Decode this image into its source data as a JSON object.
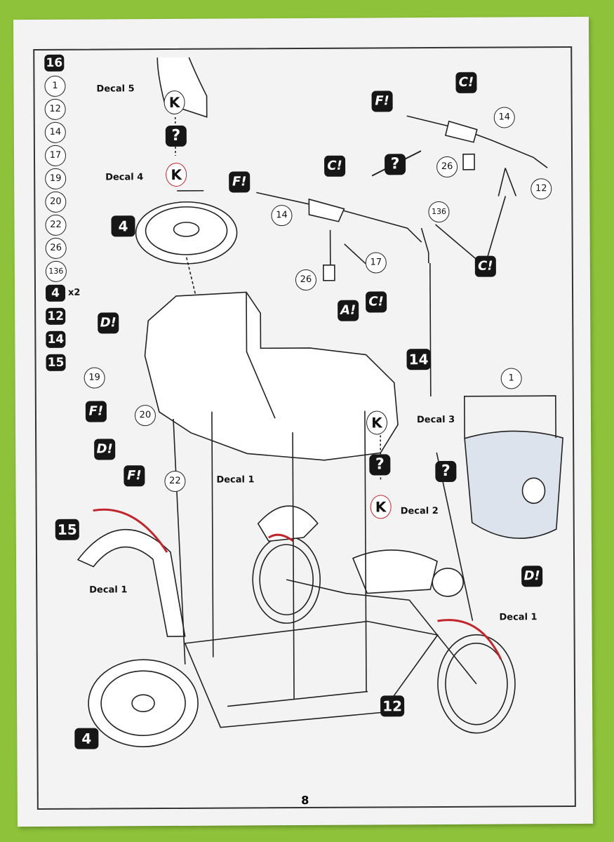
{
  "step_number": "16",
  "parts_list": [
    "1",
    "12",
    "14",
    "17",
    "19",
    "20",
    "22",
    "26",
    "136"
  ],
  "subassemblies": [
    {
      "label": "4",
      "qty": "x2"
    },
    {
      "label": "12",
      "qty": ""
    },
    {
      "label": "14",
      "qty": ""
    },
    {
      "label": "15",
      "qty": ""
    }
  ],
  "decals": {
    "d5": "Decal 5",
    "d4": "Decal 4",
    "d3": "Decal 3",
    "d2": "Decal 2",
    "d1": "Decal 1"
  },
  "decal_letter": "K",
  "callouts": {
    "part14": "14",
    "part12": "12",
    "part26": "26",
    "part136": "136",
    "part17": "17",
    "part19": "19",
    "part20": "20",
    "part22": "22",
    "part1": "1",
    "sub4": "4",
    "sub14": "14",
    "sub15": "15",
    "sub12": "12"
  },
  "paint_codes": {
    "F": "F!",
    "C": "C!",
    "A": "A!",
    "D": "D!"
  },
  "query_icon": "?",
  "page_number": "8",
  "colors": {
    "background": "#8dc23a",
    "paper": "#f4f3f3",
    "decal_red": "#c0262c",
    "badge": "#161616"
  }
}
